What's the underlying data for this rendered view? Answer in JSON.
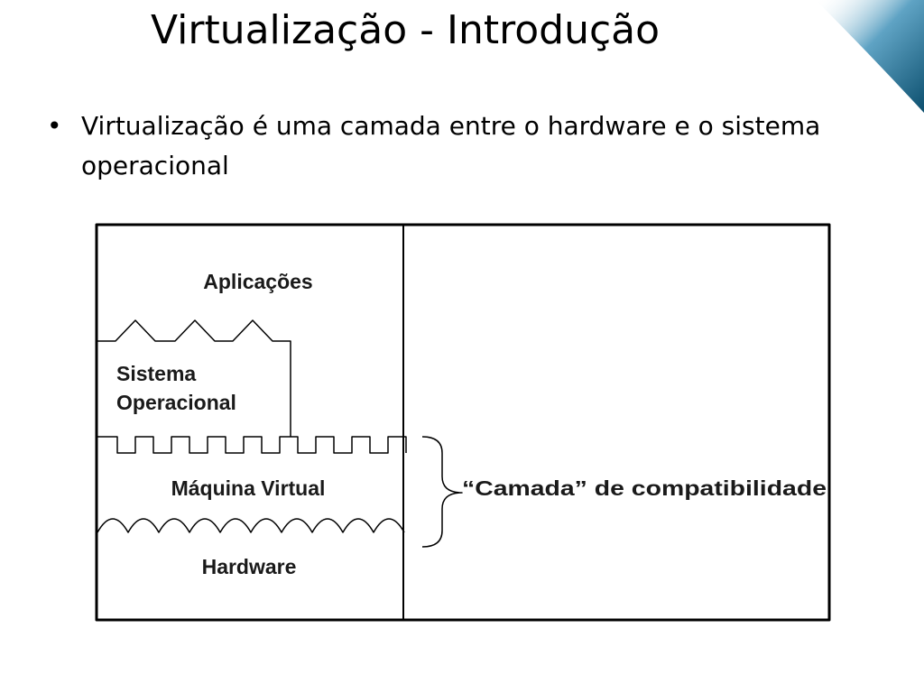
{
  "slide": {
    "title": "Virtualização - Introdução",
    "bullet_marker": "•",
    "bullet_text": "Virtualização é uma camada entre o hardware e o sistema operacional"
  },
  "diagram": {
    "layers": {
      "applications": "Aplicações",
      "os_line1": "Sistema",
      "os_line2": "Operacional",
      "virtual_machine": "Máquina Virtual",
      "hardware": "Hardware"
    },
    "brace_label": "“Camada” de compatibilidade"
  },
  "theme": {
    "accent_dark": "#0c4f6e",
    "accent_light": "#5fa3c4",
    "line_color": "#000000"
  }
}
